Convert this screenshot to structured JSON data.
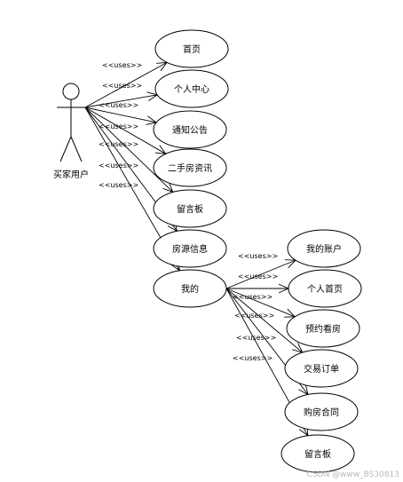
{
  "actor": {
    "name": "买家用户"
  },
  "relation_label": "<<uses>>",
  "cases": [
    {
      "id": "home",
      "label": "首页"
    },
    {
      "id": "center",
      "label": "个人中心"
    },
    {
      "id": "notice",
      "label": "通知公告"
    },
    {
      "id": "news",
      "label": "二手房资讯"
    },
    {
      "id": "board",
      "label": "留言板"
    },
    {
      "id": "listing",
      "label": "房源信息"
    },
    {
      "id": "mine",
      "label": "我的"
    }
  ],
  "sub_cases": [
    {
      "id": "account",
      "label": "我的账户"
    },
    {
      "id": "profile",
      "label": "个人首页"
    },
    {
      "id": "booking",
      "label": "预约看房"
    },
    {
      "id": "orders",
      "label": "交易订单"
    },
    {
      "id": "contract",
      "label": "购房合同"
    },
    {
      "id": "msgboard",
      "label": "留言板"
    }
  ],
  "watermark": "CSDN @www_BS30813"
}
